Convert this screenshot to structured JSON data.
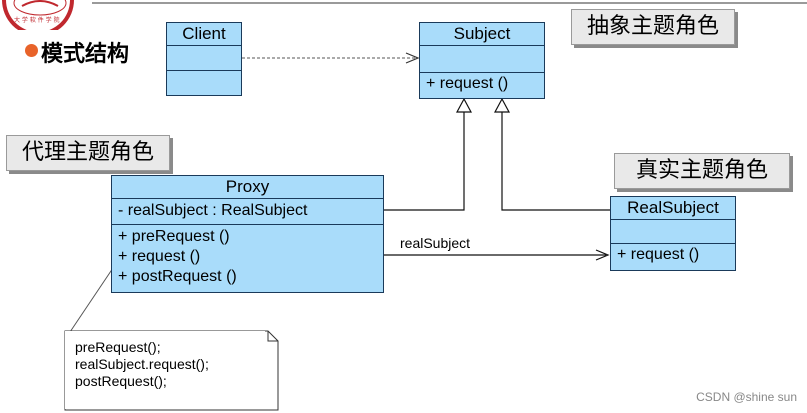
{
  "slide": {
    "title": "模式结构",
    "watermark": "CSDN @shine sun"
  },
  "roles": {
    "abstract_subject": "抽象主题角色",
    "proxy_subject": "代理主题角色",
    "real_subject": "真实主题角色"
  },
  "classes": {
    "client": {
      "name": "Client"
    },
    "subject": {
      "name": "Subject",
      "methods": [
        "+ request ()"
      ]
    },
    "proxy": {
      "name": "Proxy",
      "attributes": [
        "- realSubject : RealSubject"
      ],
      "methods": [
        "+ preRequest ()",
        "+ request ()",
        "+ postRequest ()"
      ]
    },
    "real_subject": {
      "name": "RealSubject",
      "methods": [
        "+ request ()"
      ]
    }
  },
  "associations": {
    "proxy_to_real": "realSubject"
  },
  "note": {
    "lines": [
      "preRequest();",
      "realSubject.request();",
      "postRequest();"
    ]
  },
  "colors": {
    "class_fill": "#a9dcfa",
    "class_border": "#1a3a5a",
    "role_fill": "#e9e9e9",
    "bullet": "#e8632a"
  }
}
